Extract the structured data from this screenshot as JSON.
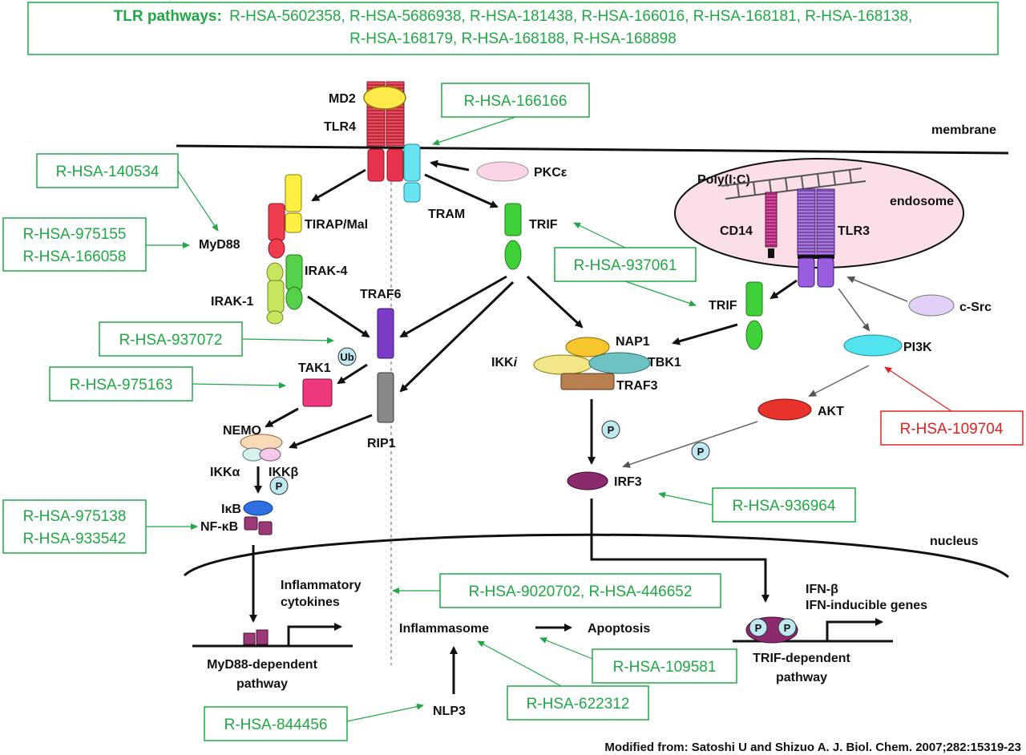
{
  "header": {
    "title": "TLR pathways:",
    "line1": "R-HSA-5602358, R-HSA-5686938, R-HSA-181438, R-HSA-166016, R-HSA-168181, R-HSA-168138,",
    "line2": "R-HSA-168179, R-HSA-168188, R-HSA-168898"
  },
  "regions": {
    "membrane": "membrane",
    "nucleus": "nucleus",
    "endosome": "endosome"
  },
  "molecules": {
    "md2": "MD2",
    "tlr4": "TLR4",
    "pkce": "PKCε",
    "tram": "TRAM",
    "trif_top": "TRIF",
    "tirap": "TIRAP/Mal",
    "myd88": "MyD88",
    "irak4": "IRAK-4",
    "irak1": "IRAK-1",
    "traf6": "TRAF6",
    "tak1": "TAK1",
    "ub": "Ub",
    "rip1": "RIP1",
    "nemo": "NEMO",
    "ikka": "IKKα",
    "ikkb": "IKKβ",
    "ikb": "IκB",
    "nfkb": "NF-κB",
    "nap1": "NAP1",
    "ikki_pre": "IKK",
    "ikki_i": "i",
    "tbk1": "TBK1",
    "traf3": "TRAF3",
    "irf3": "IRF3",
    "polyic": "Poly(I:C)",
    "cd14": "CD14",
    "tlr3": "TLR3",
    "trif_right": "TRIF",
    "csrc": "c-Src",
    "pi3k": "PI3K",
    "akt": "AKT",
    "p": "P"
  },
  "outputs": {
    "inflam1": "Inflammatory",
    "inflam2": "cytokines",
    "myd88_path1": "MyD88-dependent",
    "myd88_path2": "pathway",
    "inflammasome": "Inflammasome",
    "apoptosis": "Apoptosis",
    "nlp3": "NLP3",
    "ifnb": "IFN-β",
    "ifn_genes": "IFN-inducible genes",
    "trif_path1": "TRIF-dependent",
    "trif_path2": "pathway"
  },
  "refs": {
    "r166166": "R-HSA-166166",
    "r140534": "R-HSA-140534",
    "r975155": "R-HSA-975155",
    "r166058": "R-HSA-166058",
    "r937061": "R-HSA-937061",
    "r937072": "R-HSA-937072",
    "r975163": "R-HSA-975163",
    "r109704": "R-HSA-109704",
    "r975138": "R-HSA-975138",
    "r933542": "R-HSA-933542",
    "r936964": "R-HSA-936964",
    "r9020702": "R-HSA-9020702, R-HSA-446652",
    "r109581": "R-HSA-109581",
    "r622312": "R-HSA-622312",
    "r844456": "R-HSA-844456"
  },
  "citation": "Modified from:  Satoshi U and Shizuo A. J. Biol. Chem. 2007;282:15319-23",
  "colors": {
    "green": "#1fa845",
    "red": "#e32020"
  }
}
